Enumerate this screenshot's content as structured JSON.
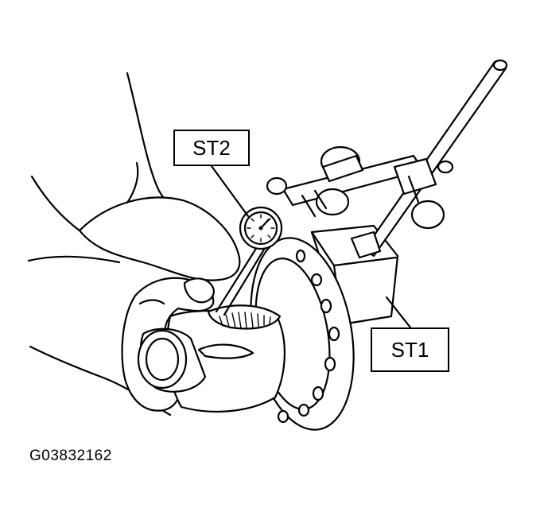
{
  "labels": {
    "st2": "ST2",
    "st1": "ST1"
  },
  "figure_code": "G03832162",
  "colors": {
    "ink": "#000000",
    "paper": "#ffffff"
  }
}
